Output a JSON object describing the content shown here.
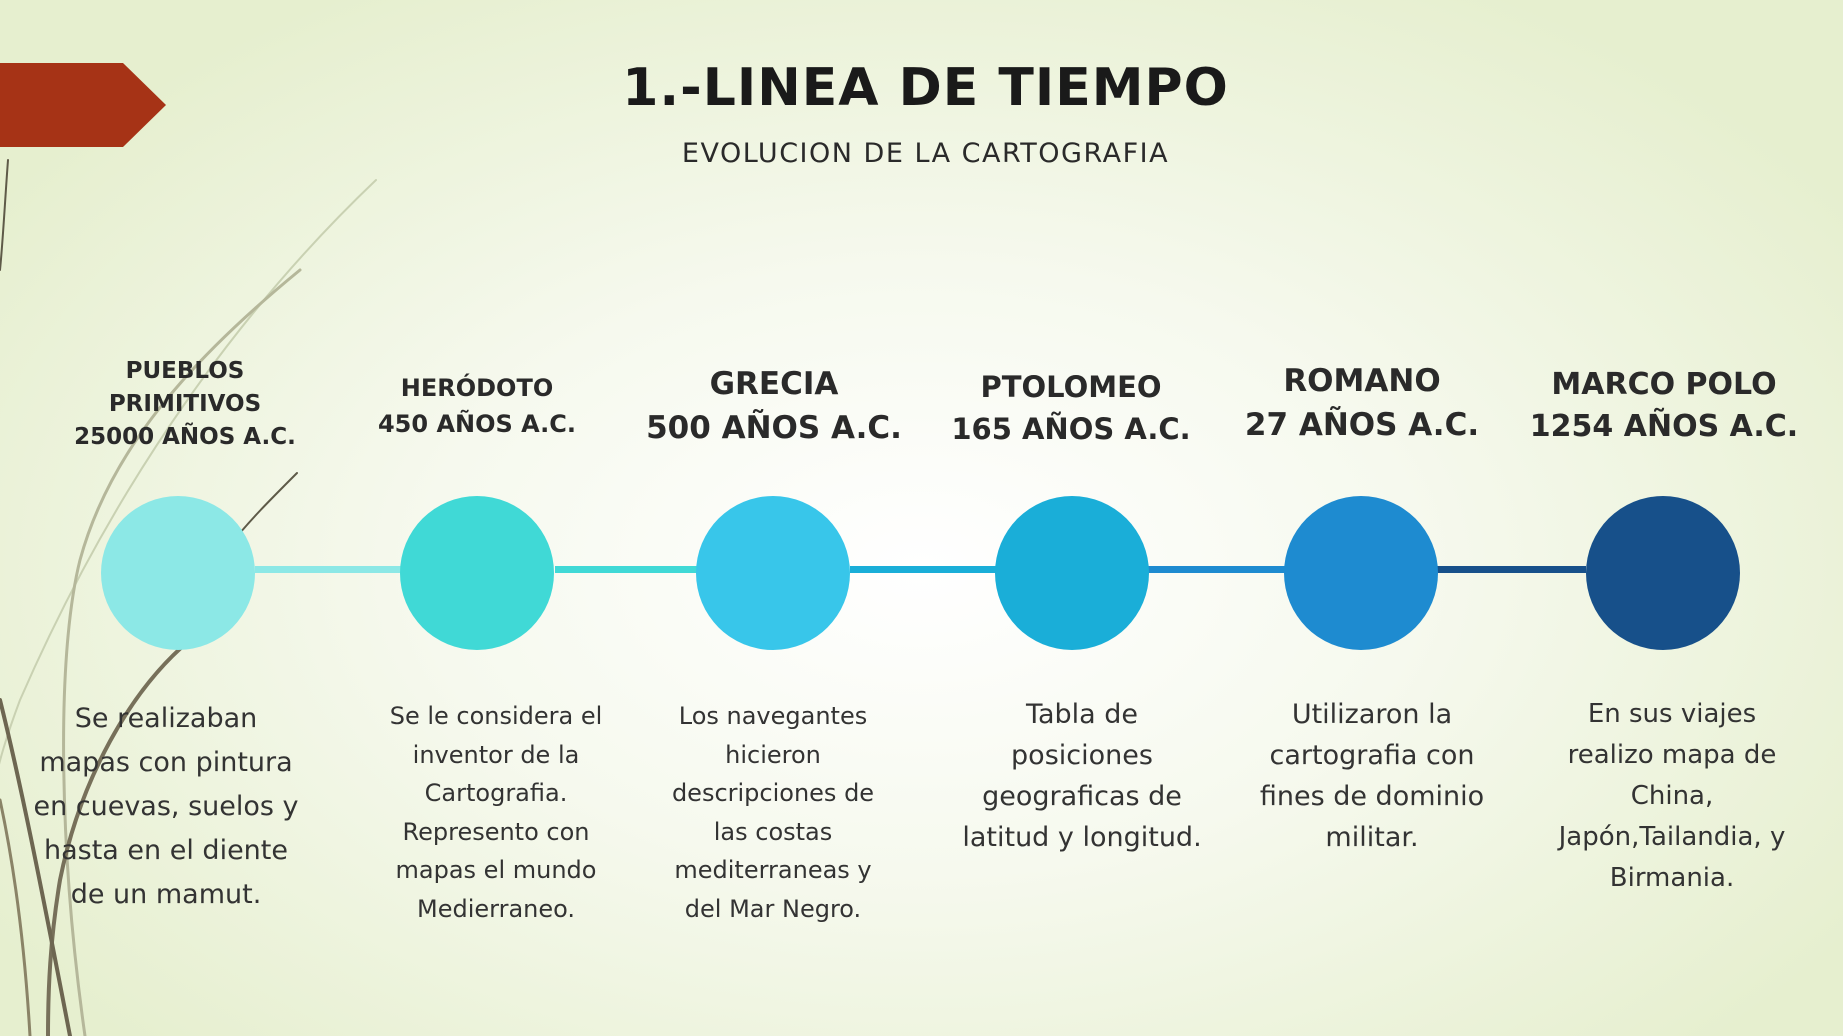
{
  "header": {
    "title": "1.-LINEA DE TIEMPO",
    "subtitle": "EVOLUCION DE LA CARTOGRAFIA"
  },
  "colors": {
    "arrow": "#a63316",
    "background": "#eef3df",
    "nodes": [
      "#8ce8e6",
      "#40d9d6",
      "#38c6ea",
      "#1aaed8",
      "#1e8bd0",
      "#17508a"
    ]
  },
  "events": [
    {
      "heading": [
        "PUEBLOS",
        "PRIMITIVOS",
        "25000 AÑOS A.C."
      ],
      "description": "Se realizaban mapas con pintura en cuevas, suelos y hasta en el diente de un mamut."
    },
    {
      "heading": [
        "HERÓDOTO",
        "450 AÑOS A.C."
      ],
      "description": "Se le considera el inventor de la Cartografia. Represento con mapas el mundo Medierraneo."
    },
    {
      "heading": [
        "GRECIA",
        "500 AÑOS A.C."
      ],
      "description": "Los navegantes hicieron descripciones de las costas mediterraneas  y del Mar Negro."
    },
    {
      "heading": [
        "PTOLOMEO",
        "165 AÑOS A.C."
      ],
      "description": "Tabla de posiciones geograficas de latitud y longitud."
    },
    {
      "heading": [
        "ROMANO",
        "27 AÑOS A.C."
      ],
      "description": "Utilizaron la cartografia con fines de dominio militar."
    },
    {
      "heading": [
        "MARCO POLO",
        "1254 AÑOS A.C."
      ],
      "description": "En sus viajes realizo mapa de China, Japón,Tailandia, y Birmania."
    }
  ]
}
